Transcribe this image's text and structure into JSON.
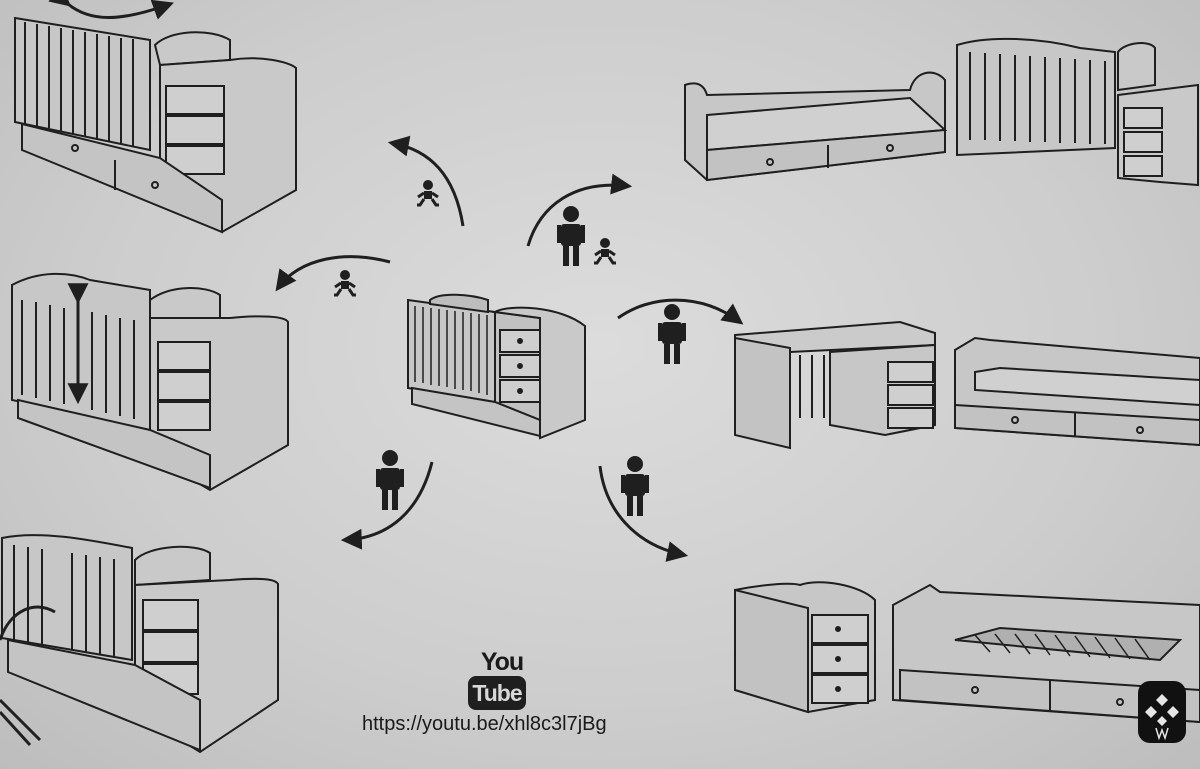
{
  "youtube": {
    "logo_top": "You",
    "logo_box": "Tube",
    "url": "https://youtu.be/xhl8c3l7jBg"
  },
  "stages": {
    "center": "convertible-crib",
    "left": [
      "crib-side-rail-rotate",
      "crib-height-adjust",
      "crib-side-rail-removal"
    ],
    "right": [
      "sofa-bed-with-crib",
      "desk-and-daybed",
      "dresser-and-junior-bed"
    ]
  },
  "figures": {
    "baby": "baby-icon",
    "child": "child-icon"
  },
  "colors": {
    "paper": "#cfcfcf",
    "ink": "#1f1f1f",
    "furniture_fill": "#bdbdbd"
  }
}
